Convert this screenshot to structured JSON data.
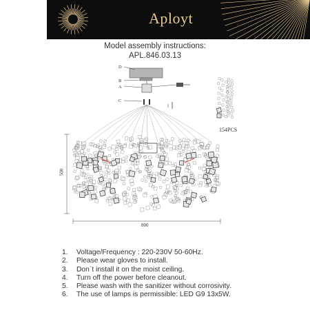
{
  "brand": {
    "name": "Aployt",
    "accent_color": "#e8c994",
    "banner_color": "#0d0d0d"
  },
  "title": {
    "line1": "Model assembly instructions:",
    "line2": "APL.846.03.13"
  },
  "drawing": {
    "part_labels": [
      "D",
      "B",
      "A",
      "C"
    ],
    "pieces_label": "154PCS",
    "height_label": "500",
    "width_label": "800"
  },
  "instructions": [
    {
      "num": "1.",
      "text": "Voltage/Frequency : 220-230V 50-60Hz."
    },
    {
      "num": "2.",
      "text": "Please wear gloves to install."
    },
    {
      "num": "3.",
      "text": "Don`t install it on the moist ceiling."
    },
    {
      "num": "4.",
      "text": "Turn off the power before cleanout."
    },
    {
      "num": "5.",
      "text": "Please wash with the sanitizer without corrosivity."
    },
    {
      "num": "6.",
      "text": "The use of lamps is permissible: LED G9 13x5W."
    }
  ]
}
